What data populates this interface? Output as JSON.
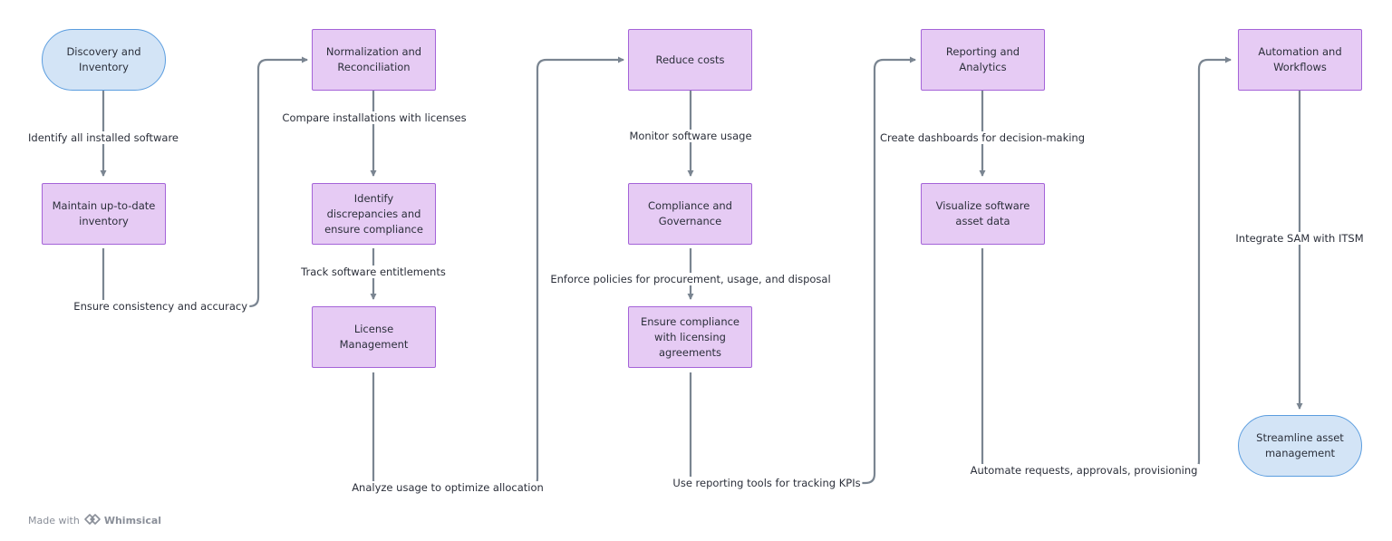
{
  "nodes": {
    "discovery": "Discovery and Inventory",
    "maintain": "Maintain up-to-date inventory",
    "normalization": "Normalization and Reconciliation",
    "identify": "Identify discrepancies and ensure compliance",
    "license": "License Management",
    "reduce": "Reduce costs",
    "compliance": "Compliance and Governance",
    "ensure": "Ensure compliance with licensing agreements",
    "reporting": "Reporting and Analytics",
    "visualize": "Visualize software asset data",
    "automation": "Automation and Workflows",
    "streamline": "Streamline asset management"
  },
  "edges": {
    "e1": "Identify all installed software",
    "e2": "Ensure consistency and accuracy",
    "e3": "Compare installations with licenses",
    "e4": "Track software entitlements",
    "e5": "Analyze usage to optimize allocation",
    "e6": "Monitor software usage",
    "e7": "Enforce policies for procurement, usage, and disposal",
    "e8": "Use reporting tools for tracking KPIs",
    "e9": "Create dashboards for decision-making",
    "e10": "Automate requests, approvals,  provisioning",
    "e11": "Integrate SAM with ITSM"
  },
  "footer": {
    "made_with": "Made with",
    "brand": "Whimsical"
  },
  "colors": {
    "process_fill": "#e6cbf4",
    "process_border": "#a463d8",
    "terminal_fill": "#d3e4f6",
    "terminal_border": "#5b9ddf",
    "connector": "#7a8591"
  }
}
